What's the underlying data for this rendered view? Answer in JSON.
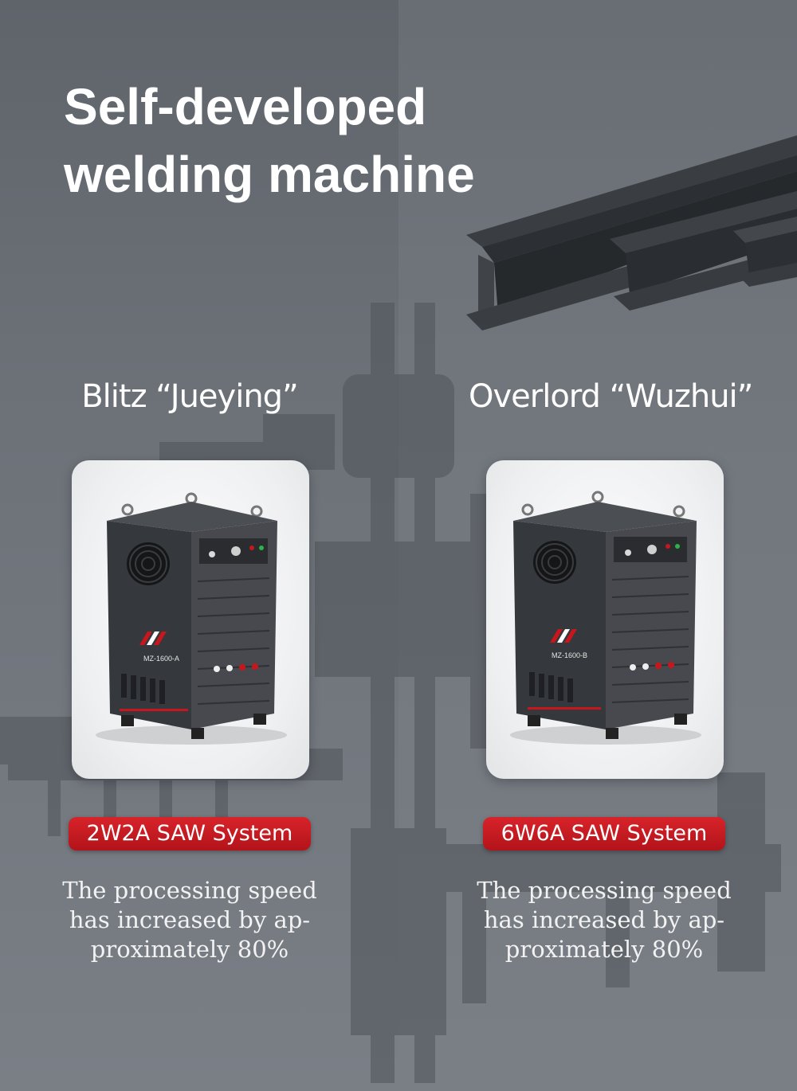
{
  "title": {
    "line1": "Self-developed",
    "line2": "welding machine"
  },
  "products": [
    {
      "name": "Blitz “Jueying”",
      "system": "2W2A SAW System",
      "model": "MZ-1600-A",
      "desc_line1": "The processing speed",
      "desc_line2": "has increased by ap-",
      "desc_line3": "proximately 80%"
    },
    {
      "name": "Overlord “Wuzhui”",
      "system": "6W6A SAW System",
      "model": "MZ-1600-B",
      "desc_line1": "The processing speed",
      "desc_line2": "has increased by ap-",
      "desc_line3": "proximately 80%"
    }
  ],
  "colors": {
    "accent_red": "#c8161d",
    "background": "#6c7178",
    "text": "#ffffff"
  },
  "icons": {
    "fan": "fan-icon",
    "beam": "steel-beam-icon"
  }
}
